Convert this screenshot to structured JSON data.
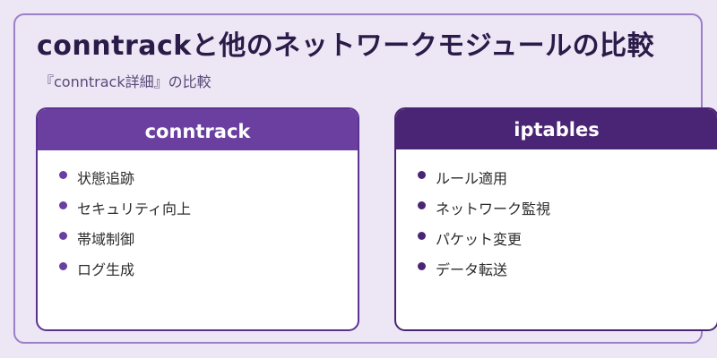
{
  "title": "conntrackと他のネットワークモジュールの比較",
  "subtitle": "『conntrack詳細』の比較",
  "cards": [
    {
      "heading": "conntrack",
      "items": [
        "状態追跡",
        "セキュリティ向上",
        "帯域制御",
        "ログ生成"
      ]
    },
    {
      "heading": "iptables",
      "items": [
        "ルール適用",
        "ネットワーク監視",
        "パケット変更",
        "データ転送"
      ]
    }
  ],
  "colors": {
    "background": "#ece6f5",
    "frame_border": "#9b7fc7",
    "conntrack_header": "#6b3fa0",
    "iptables_header": "#4b2575",
    "title_text": "#2a1b48"
  }
}
